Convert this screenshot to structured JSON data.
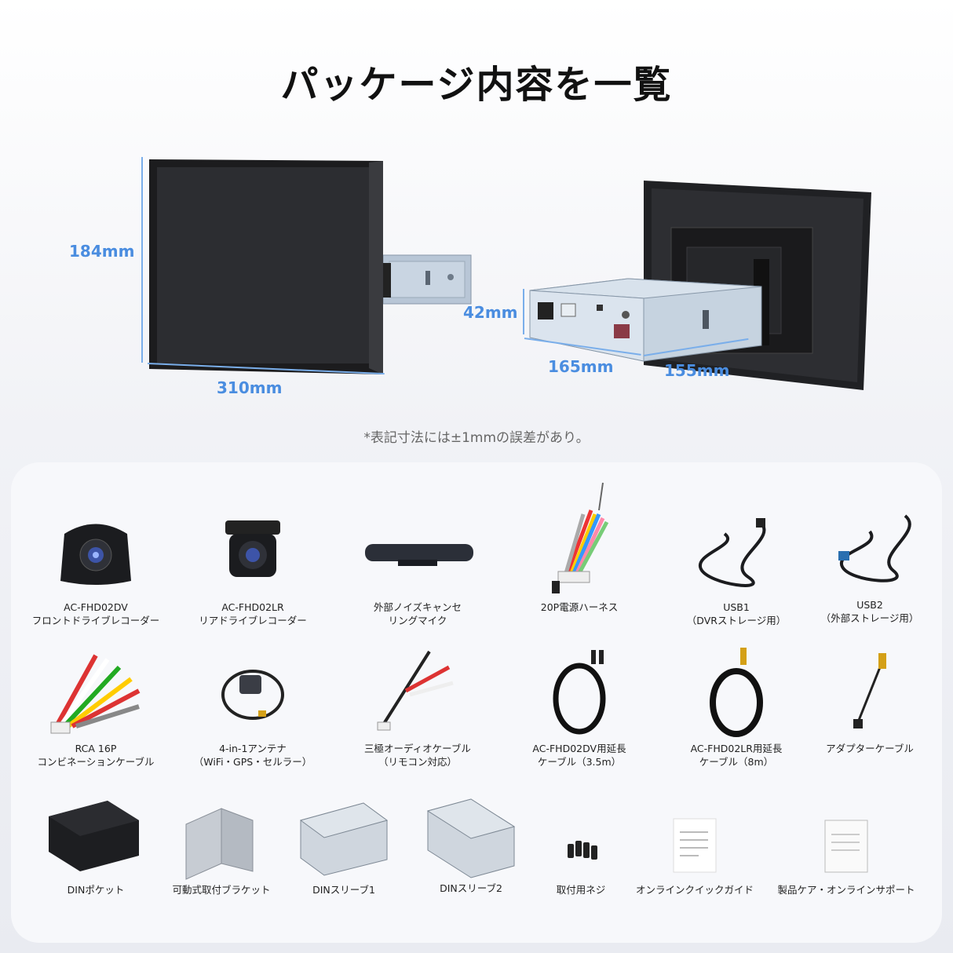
{
  "title": "パッケージ内容を一覧",
  "dimensions": {
    "height": "184mm",
    "width": "310mm",
    "chassis_height": "42mm",
    "chassis_width": "165mm",
    "chassis_depth": "155mm"
  },
  "note": "*表記寸法には±1mmの誤差があり。",
  "items": [
    {
      "icon": "front-dashcam-icon",
      "line1": "AC-FHD02DV",
      "line2": "フロントドライブレコーダー"
    },
    {
      "icon": "rear-camera-icon",
      "line1": "AC-FHD02LR",
      "line2": "リアドライブレコーダー"
    },
    {
      "icon": "microphone-icon",
      "line1": "外部ノイズキャンセ",
      "line2": "リングマイク"
    },
    {
      "icon": "power-harness-icon",
      "line1": "20P電源ハーネス",
      "line2": ""
    },
    {
      "icon": "usb-cable-icon",
      "line1": "USB1",
      "line2": "（DVRストレージ用）"
    },
    {
      "icon": "usb-cable-icon",
      "line1": "USB2",
      "line2": "（外部ストレージ用）"
    },
    {
      "icon": "rca-cable-icon",
      "line1": "RCA 16P",
      "line2": "コンビネーションケーブル"
    },
    {
      "icon": "antenna-icon",
      "line1": "4-in-1アンテナ",
      "line2": "（WiFi・GPS・セルラー）"
    },
    {
      "icon": "audio-cable-icon",
      "line1": "三極オーディオケーブル",
      "line2": "（リモコン対応）"
    },
    {
      "icon": "extension-cable-icon",
      "line1": "AC-FHD02DV用延長",
      "line2": "ケーブル（3.5m）"
    },
    {
      "icon": "extension-cable-icon",
      "line1": "AC-FHD02LR用延長",
      "line2": "ケーブル（8m）"
    },
    {
      "icon": "adapter-cable-icon",
      "line1": "アダプターケーブル",
      "line2": ""
    },
    {
      "icon": "din-pocket-icon",
      "line1": "DINポケット",
      "line2": ""
    },
    {
      "icon": "bracket-icon",
      "line1": "可動式取付ブラケット",
      "line2": ""
    },
    {
      "icon": "din-sleeve-icon",
      "line1": "DINスリーブ1",
      "line2": ""
    },
    {
      "icon": "din-sleeve-icon",
      "line1": "DINスリーブ2",
      "line2": ""
    },
    {
      "icon": "screws-icon",
      "line1": "取付用ネジ",
      "line2": ""
    },
    {
      "icon": "guide-document-icon",
      "line1": "オンラインクイックガイド",
      "line2": ""
    },
    {
      "icon": "support-document-icon",
      "line1": "製品ケア・オンラインサポート",
      "line2": ""
    }
  ]
}
